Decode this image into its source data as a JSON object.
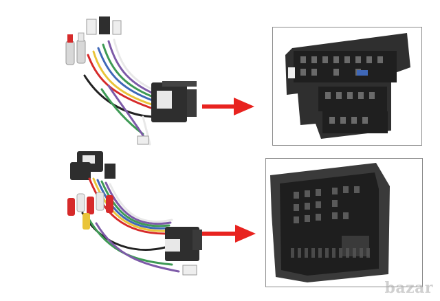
{
  "scene": {
    "description_tags": [
      "wiring-harness",
      "connector-closeup",
      "red-arrow"
    ],
    "colors": {
      "arrow": "#e8231f",
      "connector_body": "#2e2e2e",
      "connector_highlight": "#5a5a5a",
      "wire_red": "#d62a2a",
      "wire_yellow": "#e9c43a",
      "wire_blue": "#3f68b8",
      "wire_green": "#3e9a55",
      "wire_purple": "#7d5aa8",
      "wire_white": "#e8e8e8",
      "wire_black": "#222222",
      "watermark": "#aaaaaa"
    }
  },
  "watermark": {
    "text": "bazar"
  }
}
